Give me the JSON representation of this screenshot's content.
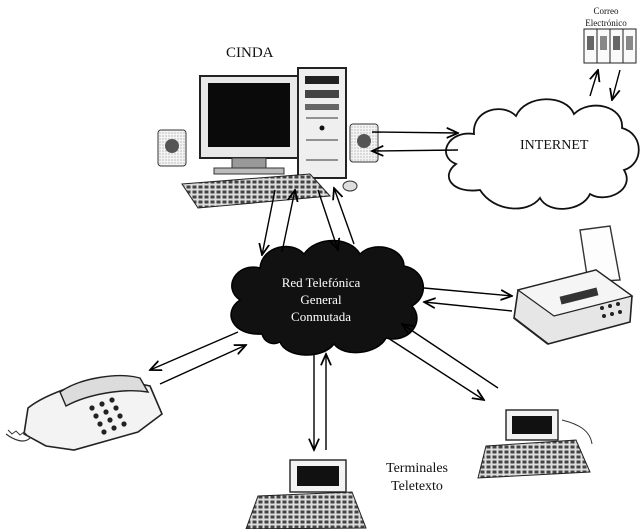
{
  "diagram": {
    "nodes": {
      "cinda": {
        "label": "CINDA"
      },
      "internet": {
        "label": "INTERNET"
      },
      "email": {
        "label_line1": "Correo",
        "label_line2": "Electrónico"
      },
      "network": {
        "label_line1": "Red Telefónica",
        "label_line2": "General",
        "label_line3": "Conmutada"
      },
      "fax": {
        "icon": "fax-machine-icon"
      },
      "phone": {
        "icon": "telephone-icon"
      },
      "terminals": {
        "label_line1": "Terminales",
        "label_line2": "Teletexto"
      }
    },
    "edges": [
      {
        "from": "cinda",
        "to": "internet",
        "direction": "bidirectional"
      },
      {
        "from": "internet",
        "to": "email",
        "direction": "bidirectional"
      },
      {
        "from": "cinda",
        "to": "network",
        "direction": "bidirectional"
      },
      {
        "from": "network",
        "to": "fax",
        "direction": "bidirectional"
      },
      {
        "from": "network",
        "to": "phone",
        "direction": "bidirectional"
      },
      {
        "from": "network",
        "to": "terminals",
        "direction": "bidirectional"
      }
    ]
  }
}
